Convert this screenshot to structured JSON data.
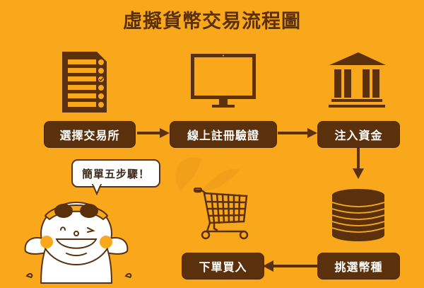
{
  "title": "虛擬貨幣交易流程圖",
  "colors": {
    "background": "#f9a81c",
    "primary_brown": "#5a310c",
    "label_text": "#ffffff"
  },
  "steps": [
    {
      "order": 1,
      "label": "選擇交易所",
      "icon": "checklist-document-icon"
    },
    {
      "order": 2,
      "label": "線上註冊驗證",
      "icon": "computer-monitor-icon"
    },
    {
      "order": 3,
      "label": "注入資金",
      "icon": "bank-building-icon"
    },
    {
      "order": 4,
      "label": "挑選幣種",
      "icon": "coin-stack-icon"
    },
    {
      "order": 5,
      "label": "下單買入",
      "icon": "shopping-cart-icon"
    }
  ],
  "speech_bubble": {
    "text": "簡單五步驟！"
  },
  "mascot": {
    "icon": "mascot-character-icon"
  }
}
